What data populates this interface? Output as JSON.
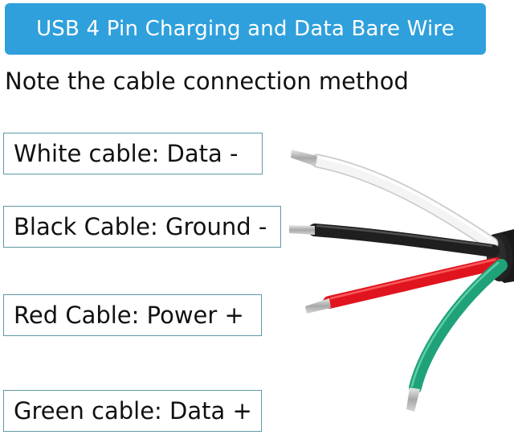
{
  "banner": {
    "title": "USB 4 Pin Charging and Data Bare Wire",
    "color": "#2fa0dc"
  },
  "note": "Note the cable connection method",
  "labels": {
    "white": "White cable: Data -",
    "black": "Black Cable: Ground -",
    "red": "Red Cable: Power +",
    "green": "Green cable: Data +"
  },
  "wire_colors": {
    "white": "#f4f4f4",
    "black": "#1f1f1f",
    "red": "#e0141e",
    "green": "#1fa27a"
  }
}
